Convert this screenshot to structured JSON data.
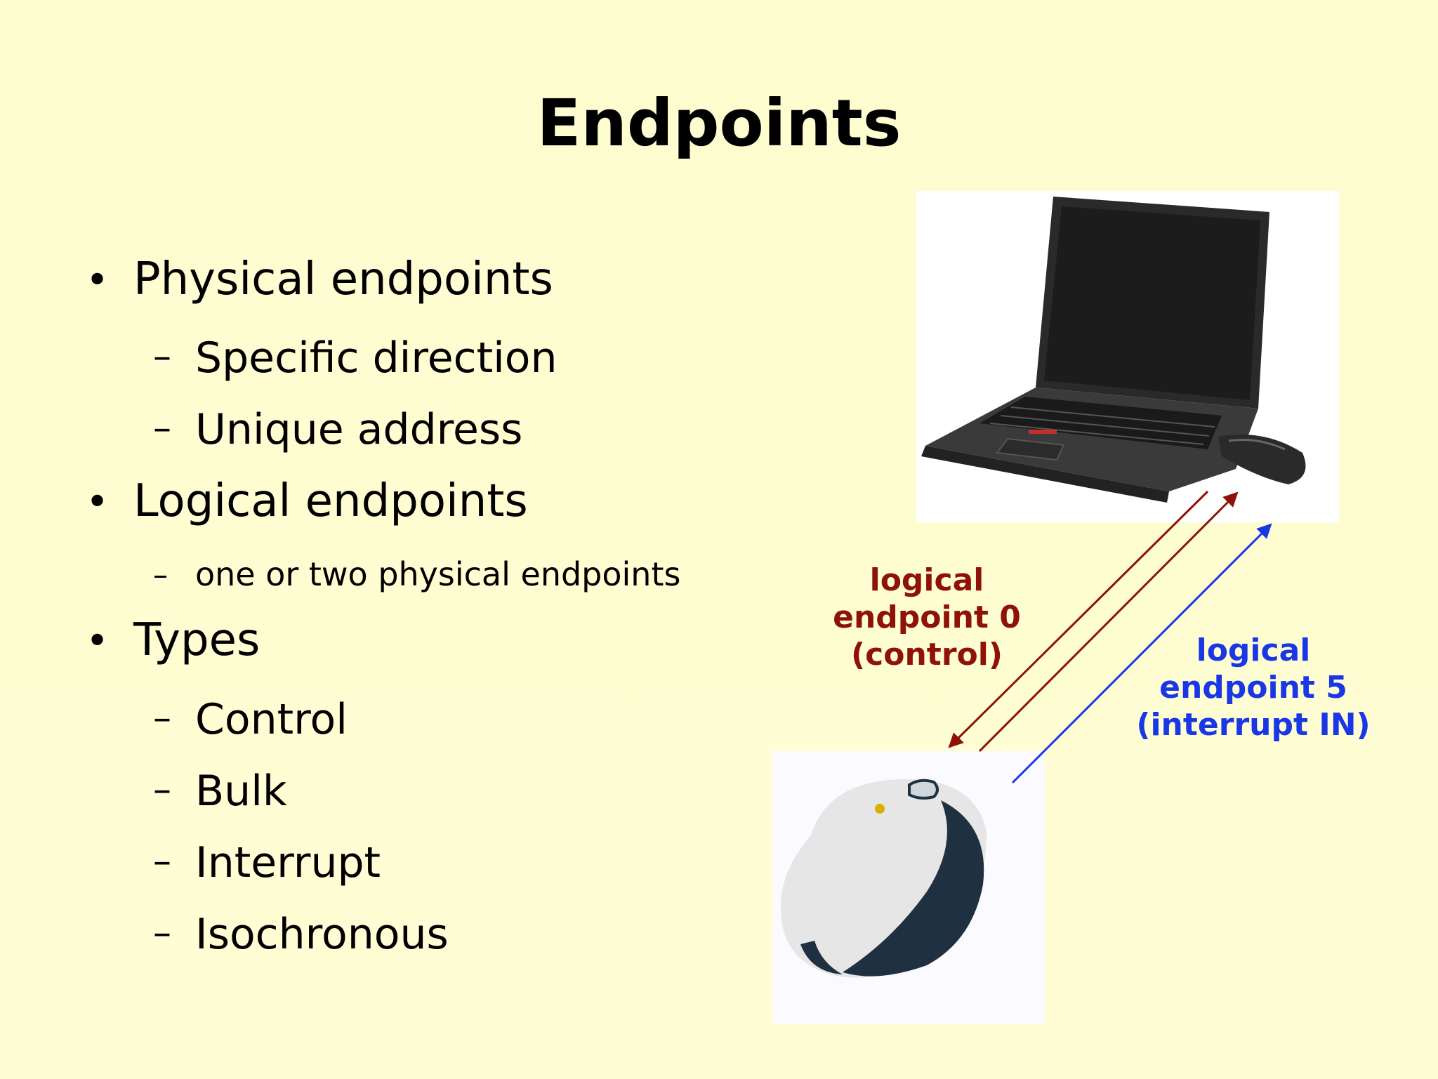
{
  "slide": {
    "title": "Endpoints",
    "bullets": [
      {
        "text": "Physical endpoints",
        "subitems": [
          "Specific direction",
          "Unique address"
        ]
      },
      {
        "text": "Logical endpoints",
        "subitems": [
          "one or two physical endpoints"
        ]
      },
      {
        "text": "Types",
        "subitems": [
          "Control",
          "Bulk",
          "Interrupt",
          "Isochronous"
        ]
      }
    ],
    "bullet_glyph": "•",
    "dash_glyph": "–"
  },
  "diagram": {
    "label_ep0": [
      "logical",
      "endpoint 0",
      "(control)"
    ],
    "label_ep5": [
      "logical",
      "endpoint 5",
      "(interrupt IN)"
    ],
    "colors": {
      "ep0": "#8e1208",
      "ep5": "#1a37e6",
      "background": "#ffffd2"
    },
    "images": [
      "laptop-image",
      "mouse-image"
    ]
  }
}
